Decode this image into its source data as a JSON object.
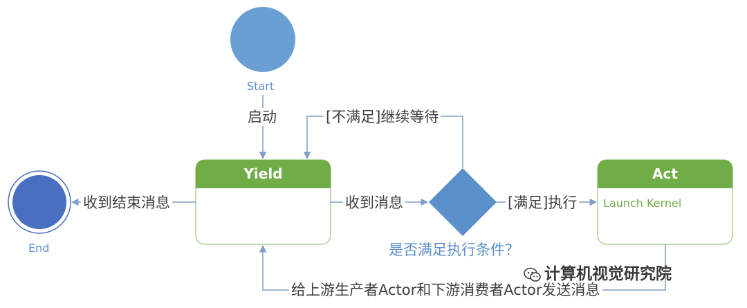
{
  "nodes": {
    "start": {
      "label": "Start"
    },
    "end": {
      "label": "End"
    },
    "yield": {
      "title": "Yield"
    },
    "act": {
      "title": "Act",
      "activity": "Launch Kernel"
    },
    "decision": {
      "question": "是否满足执行条件？"
    }
  },
  "edges": {
    "start_to_yield": "启动",
    "decision_to_yield": "[不满足]继续等待",
    "yield_to_end": "收到结束消息",
    "yield_to_decision": "收到消息",
    "decision_to_act": "[满足]执行",
    "act_to_yield": "给上游生产者Actor和下游消费者Actor发送消息"
  },
  "watermark": "计算机视觉研究院",
  "colors": {
    "start_fill": "#6a9fd4",
    "end_fill": "#4a6fc0",
    "header_green": "#70ad47",
    "state_border": "#a9d18e",
    "decision_fill": "#5b8fc9",
    "arrow": "#7f9fc7"
  }
}
